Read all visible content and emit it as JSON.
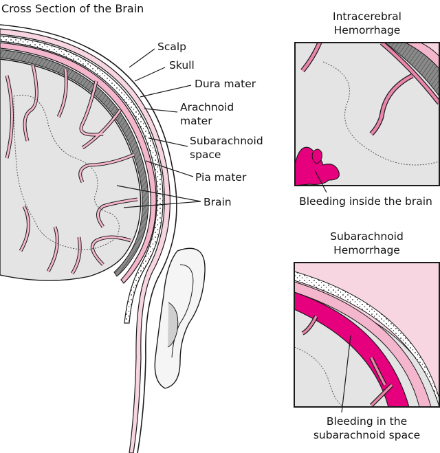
{
  "main": {
    "title": "Cross Section of the Brain",
    "labels": {
      "scalp": "Scalp",
      "skull": "Skull",
      "dura": "Dura mater",
      "arachnoid_1": "Arachnoid",
      "arachnoid_2": "mater",
      "subarachnoid_1": "Subarachnoid",
      "subarachnoid_2": "space",
      "pia": "Pia mater",
      "brain": "Brain"
    }
  },
  "inset_top": {
    "title_1": "Intracerebral",
    "title_2": "Hemorrhage",
    "caption": "Bleeding inside the brain"
  },
  "inset_bottom": {
    "title_1": "Subarachnoid",
    "title_2": "Hemorrhage",
    "caption_1": "Bleeding in the",
    "caption_2": "subarachnoid space"
  },
  "colors": {
    "tissue_pink": "#f4b6cc",
    "vessel_pink": "#ea85ab",
    "blood": "#e6007e",
    "brain_gray": "#e4e4e4",
    "outline": "#1a1a1a"
  }
}
